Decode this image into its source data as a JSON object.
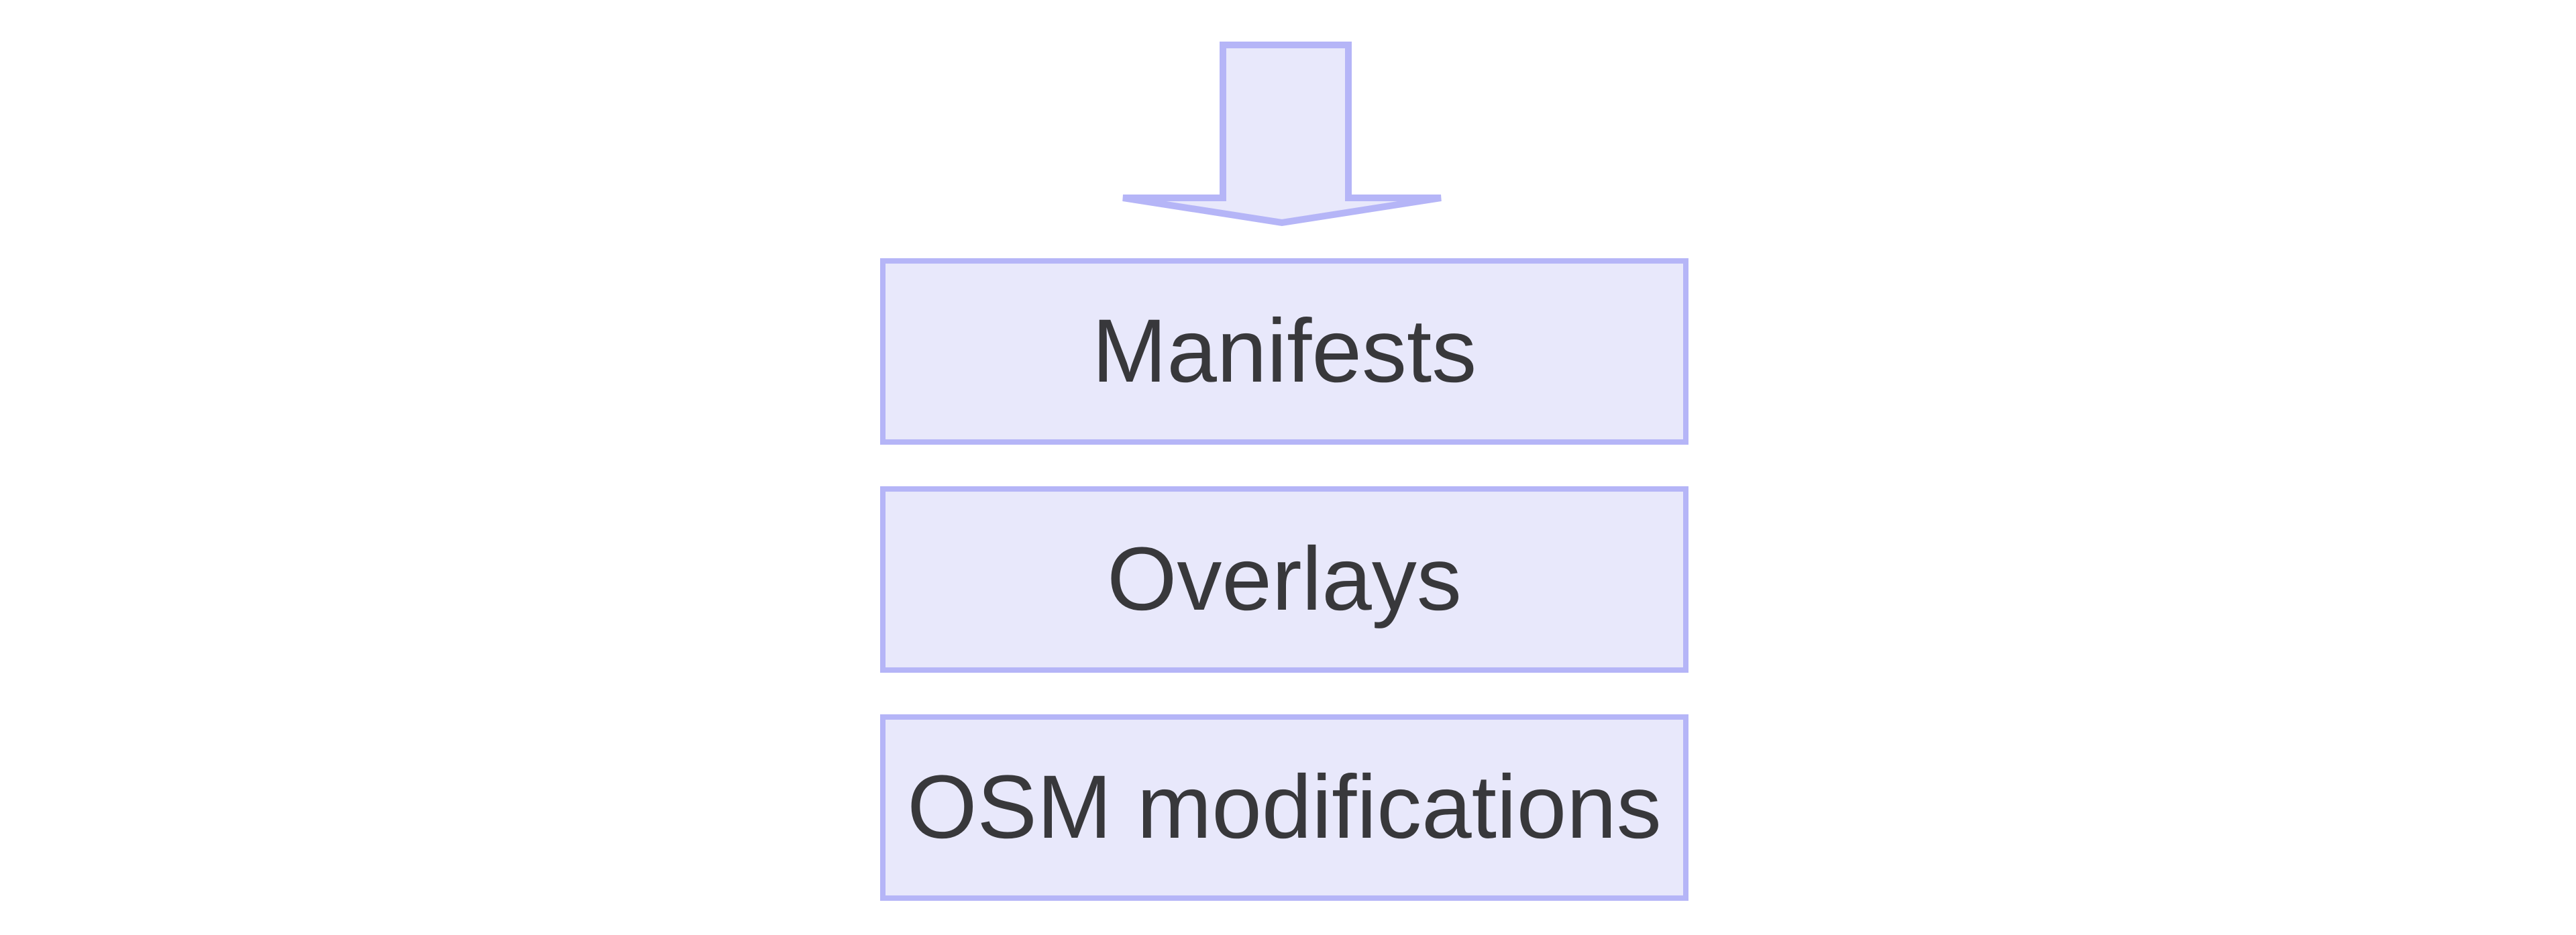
{
  "diagram": {
    "type": "flow-stack",
    "arrow": {
      "direction": "down",
      "fill_color": "#e8e8fb",
      "stroke_color": "#b5b5f7"
    },
    "nodes": [
      {
        "label": "Manifests"
      },
      {
        "label": "Overlays"
      },
      {
        "label": "OSM modifications"
      }
    ],
    "node_style": {
      "fill_color": "#e8e8fb",
      "border_color": "#b5b5f7",
      "text_color": "#38383b"
    },
    "background_color": "#ffffff"
  }
}
